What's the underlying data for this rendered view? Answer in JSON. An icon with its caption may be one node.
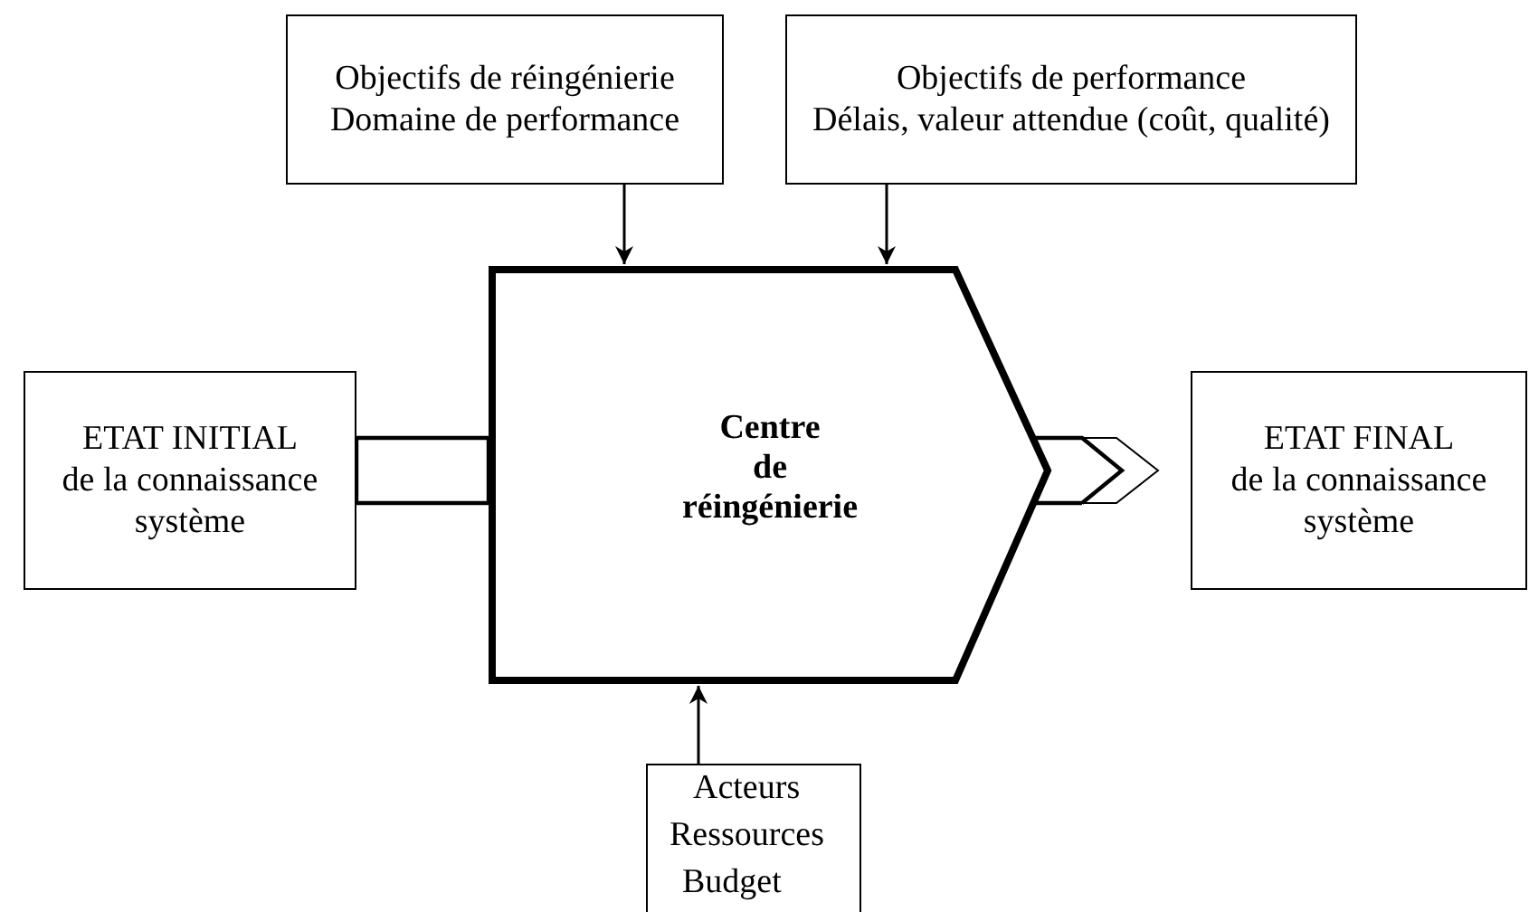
{
  "diagram": {
    "nodes": [
      {
        "text": [
          "Objectifs de réingénierie",
          "Domaine de performance"
        ]
      },
      {
        "text": [
          "Objectifs de performance",
          "Délais, valeur attendue (coût, qualité)"
        ]
      },
      {
        "text": [
          "ETAT INITIAL",
          "de la connaissance système"
        ]
      },
      {
        "text": [
          "Centre de réingénierie"
        ]
      },
      {
        "text": [
          "ETAT FINAL",
          "de la connaissance système"
        ]
      },
      {
        "text": [
          "Acteurs",
          "Ressources",
          "Budget"
        ]
      }
    ],
    "edges": [
      {
        "from": 0,
        "to": 3,
        "arrow": "to"
      },
      {
        "from": 1,
        "to": 3,
        "arrow": "to"
      },
      {
        "from": 2,
        "to": 3,
        "arrow": "none",
        "style": "thick"
      },
      {
        "from": 3,
        "to": 4,
        "arrow": "to",
        "style": "thick"
      },
      {
        "from": 5,
        "to": 3,
        "arrow": "to"
      }
    ]
  }
}
